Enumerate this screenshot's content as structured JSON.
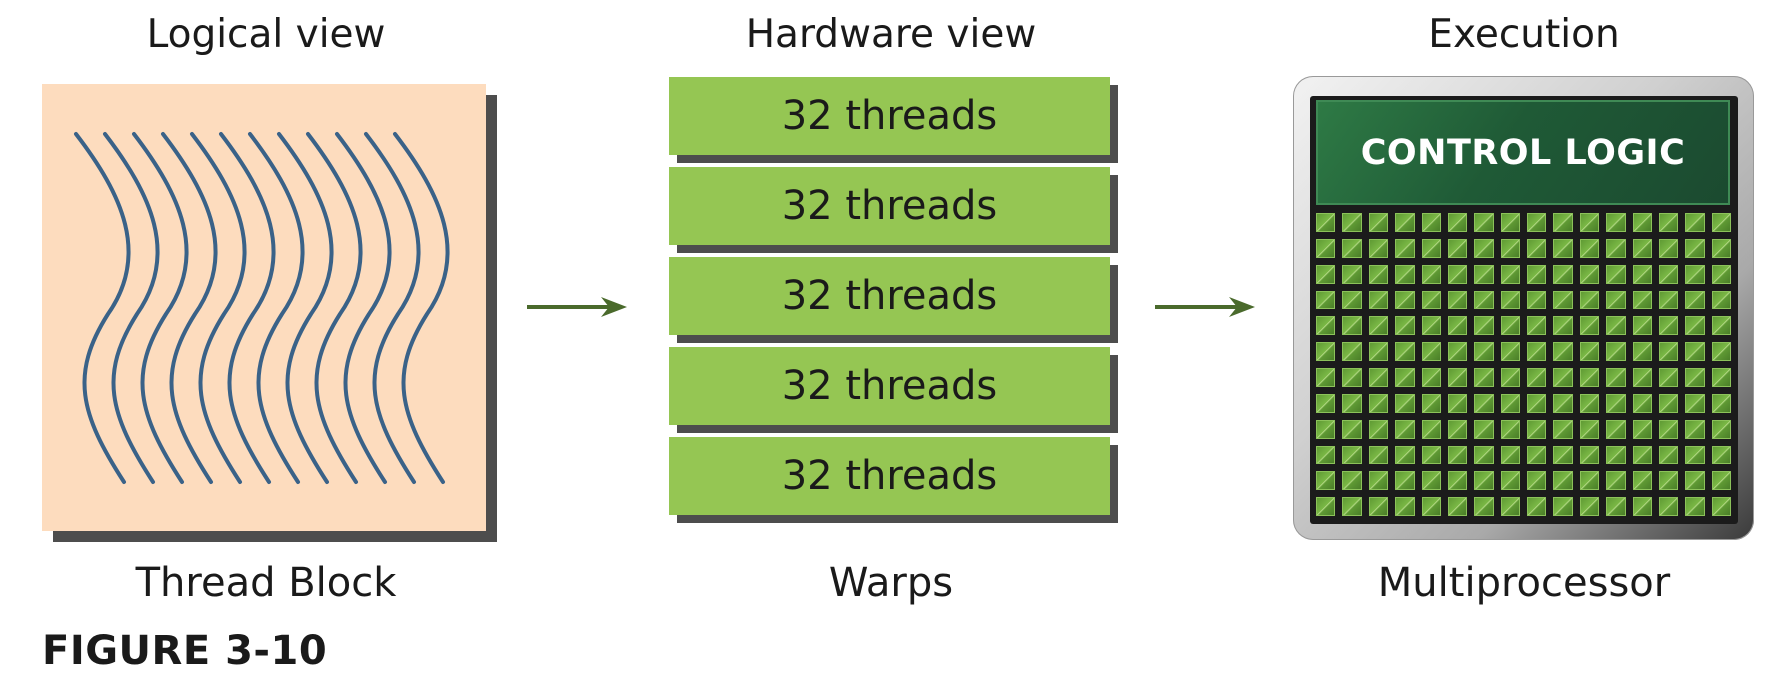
{
  "figure_label": "FIGURE 3-10",
  "columns": {
    "logical": {
      "heading": "Logical view",
      "caption": "Thread Block"
    },
    "hardware": {
      "heading": "Hardware view",
      "caption": "Warps"
    },
    "execution": {
      "heading": "Execution",
      "caption": "Multiprocessor"
    }
  },
  "warps": [
    "32 threads",
    "32 threads",
    "32 threads",
    "32 threads",
    "32 threads"
  ],
  "multiprocessor": {
    "control_label": "CONTROL LOGIC",
    "core_rows": 12,
    "core_cols": 16
  },
  "colors": {
    "thread_block_bg": "#fddcbe",
    "thread_line": "#3a6288",
    "warp_fill": "#95c653",
    "arrow": "#4a6a2c",
    "control_logic": "#1f5a36",
    "core": "#7ab845"
  },
  "thread_count": 12
}
